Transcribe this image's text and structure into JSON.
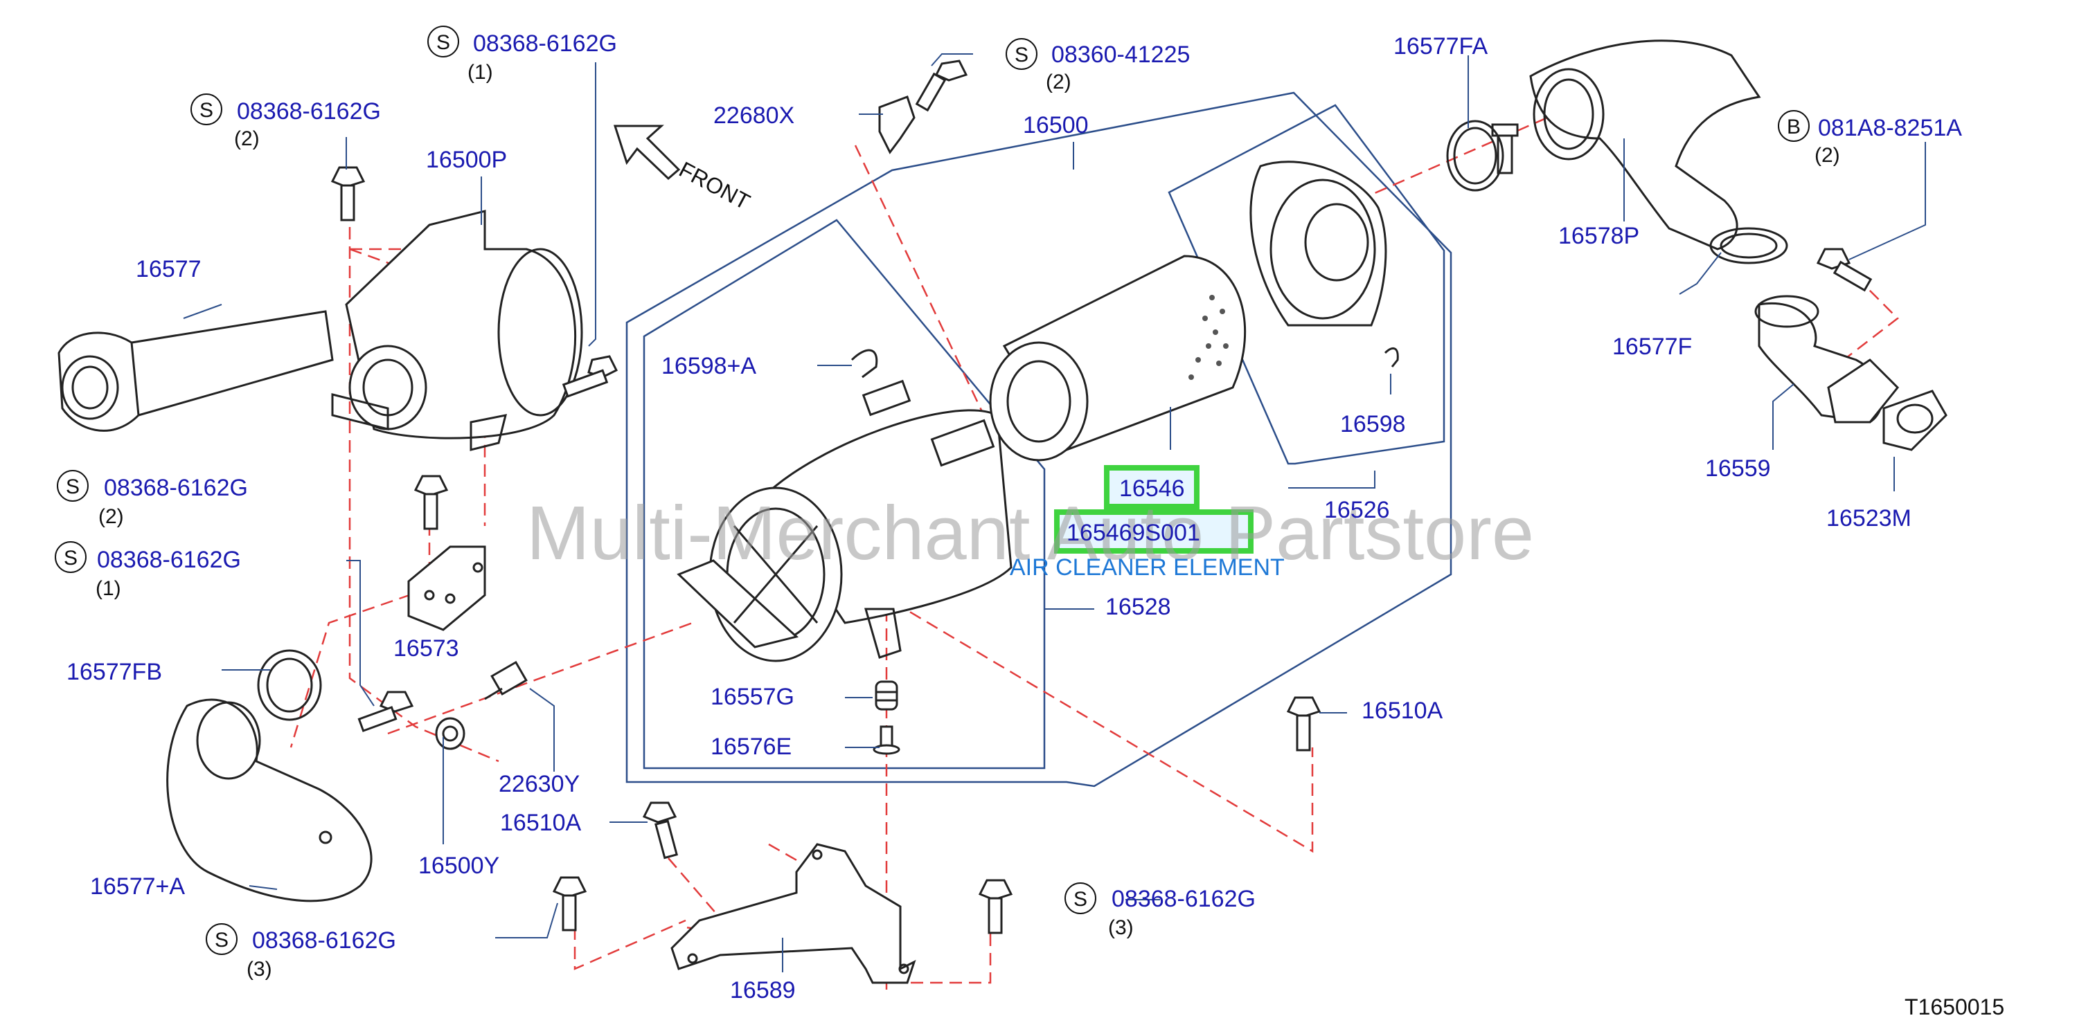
{
  "diagram": {
    "front_label": "FRONT",
    "watermark": "Multi-Merchant Auto Partstore",
    "reference_code": "T1650015",
    "highlight": {
      "part_number": "16546",
      "catalog_number": "165469S001",
      "description": "AIR CLEANER ELEMENT"
    },
    "labels": {
      "p08368_top": "08368-6162G",
      "p08368_top_qty": "(1)",
      "p08368_left1": "08368-6162G",
      "p08368_left1_qty": "(2)",
      "p22680x": "22680X",
      "p08360": "08360-41225",
      "p08360_qty": "(2)",
      "p16500": "16500",
      "p16577fa": "16577FA",
      "p081a8": "081A8-8251A",
      "p081a8_qty": "(2)",
      "p16500p": "16500P",
      "p16577": "16577",
      "p16598a": "16598+A",
      "p16578p": "16578P",
      "p16577f": "16577F",
      "p16598": "16598",
      "p16559": "16559",
      "p08368_left2": "08368-6162G",
      "p08368_left2_qty": "(2)",
      "p16526": "16526",
      "p16523m": "16523M",
      "p08368_left3": "08368-6162G",
      "p08368_left3_qty": "(1)",
      "p16528": "16528",
      "p16573": "16573",
      "p16577fb": "16577FB",
      "p16557g": "16557G",
      "p16510a_right": "16510A",
      "p16576e": "16576E",
      "p22630y": "22630Y",
      "p16510a_left": "16510A",
      "p16500y": "16500Y",
      "p16577a": "16577+A",
      "p08368_bot_right": "08368-6162G",
      "p08368_bot_right_qty": "(3)",
      "p08368_bot_left": "08368-6162G",
      "p08368_bot_left_qty": "(3)",
      "p16589": "16589"
    },
    "circle_letters": {
      "s": "S",
      "b": "B"
    }
  }
}
